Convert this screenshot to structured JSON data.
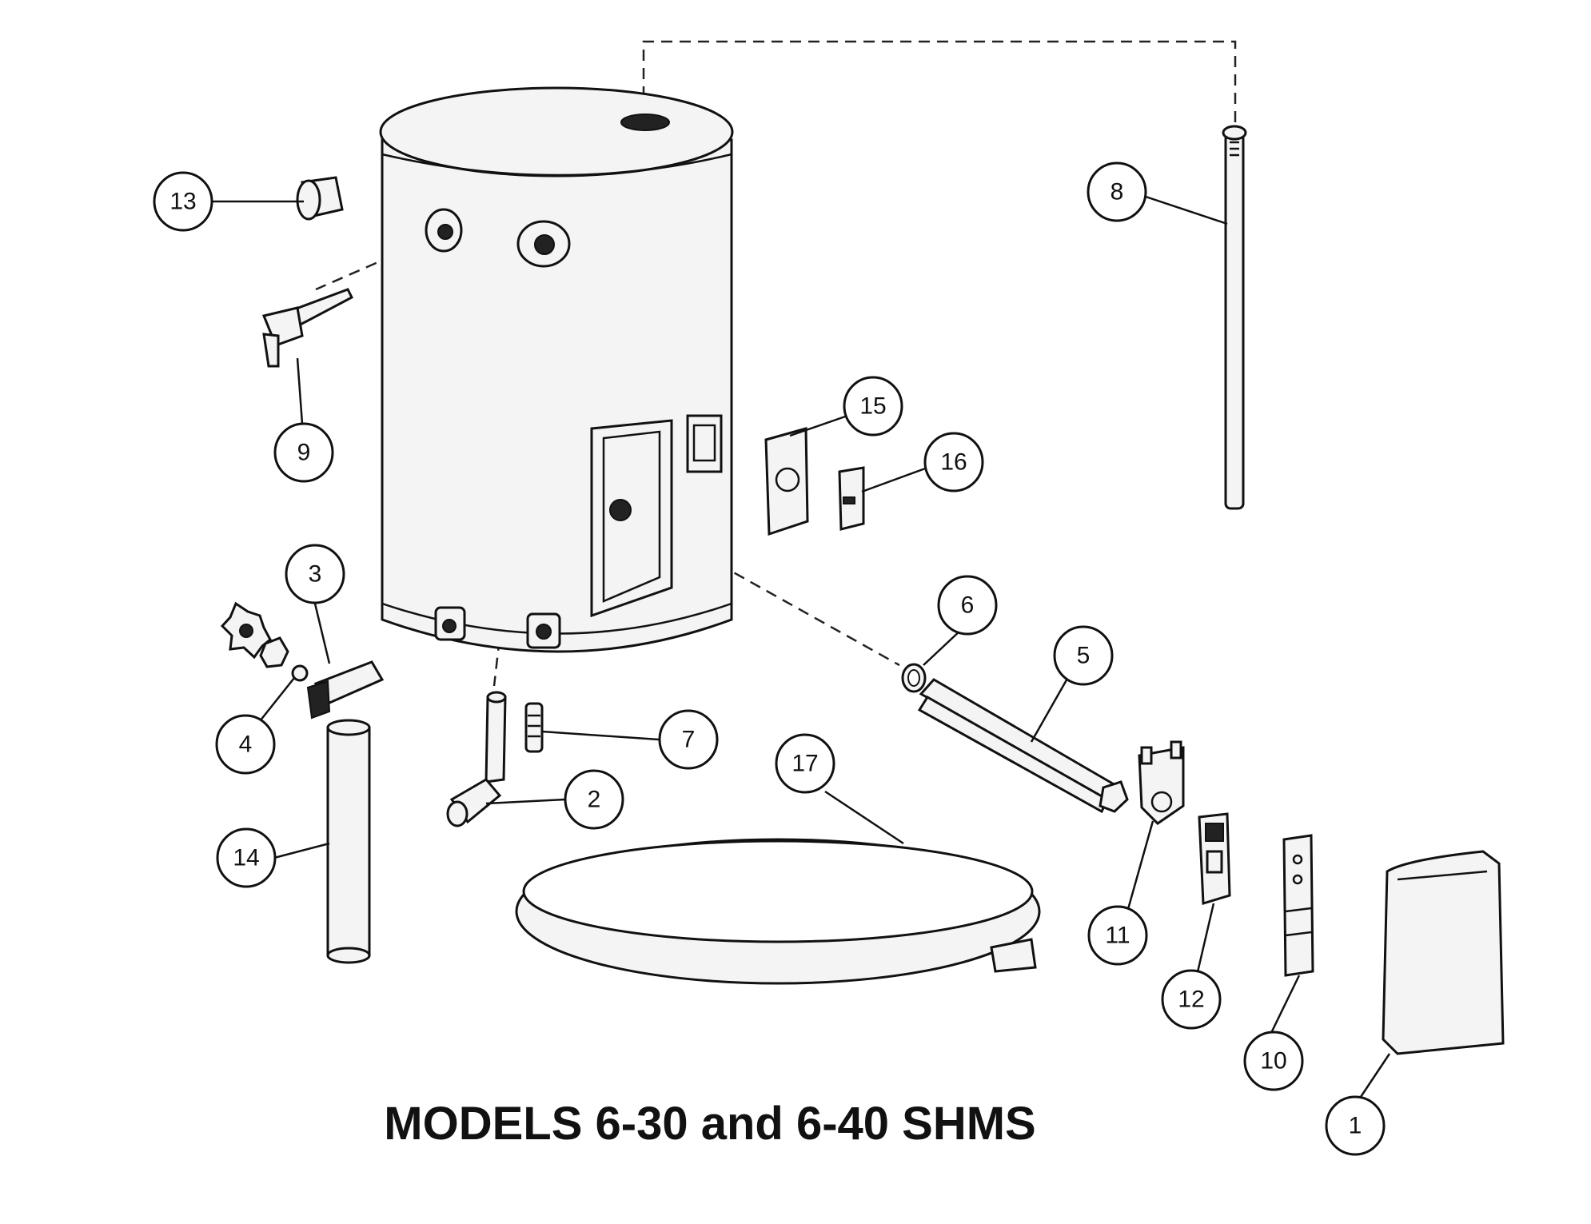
{
  "title": "MODELS 6-30 and 6-40 SHMS",
  "callouts": [
    {
      "id": "1",
      "label": "1"
    },
    {
      "id": "2",
      "label": "2"
    },
    {
      "id": "3",
      "label": "3"
    },
    {
      "id": "4",
      "label": "4"
    },
    {
      "id": "5",
      "label": "5"
    },
    {
      "id": "6",
      "label": "6"
    },
    {
      "id": "7",
      "label": "7"
    },
    {
      "id": "8",
      "label": "8"
    },
    {
      "id": "9",
      "label": "9"
    },
    {
      "id": "10",
      "label": "10"
    },
    {
      "id": "11",
      "label": "11"
    },
    {
      "id": "12",
      "label": "12"
    },
    {
      "id": "13",
      "label": "13"
    },
    {
      "id": "14",
      "label": "14"
    },
    {
      "id": "15",
      "label": "15"
    },
    {
      "id": "16",
      "label": "16"
    },
    {
      "id": "17",
      "label": "17"
    }
  ]
}
